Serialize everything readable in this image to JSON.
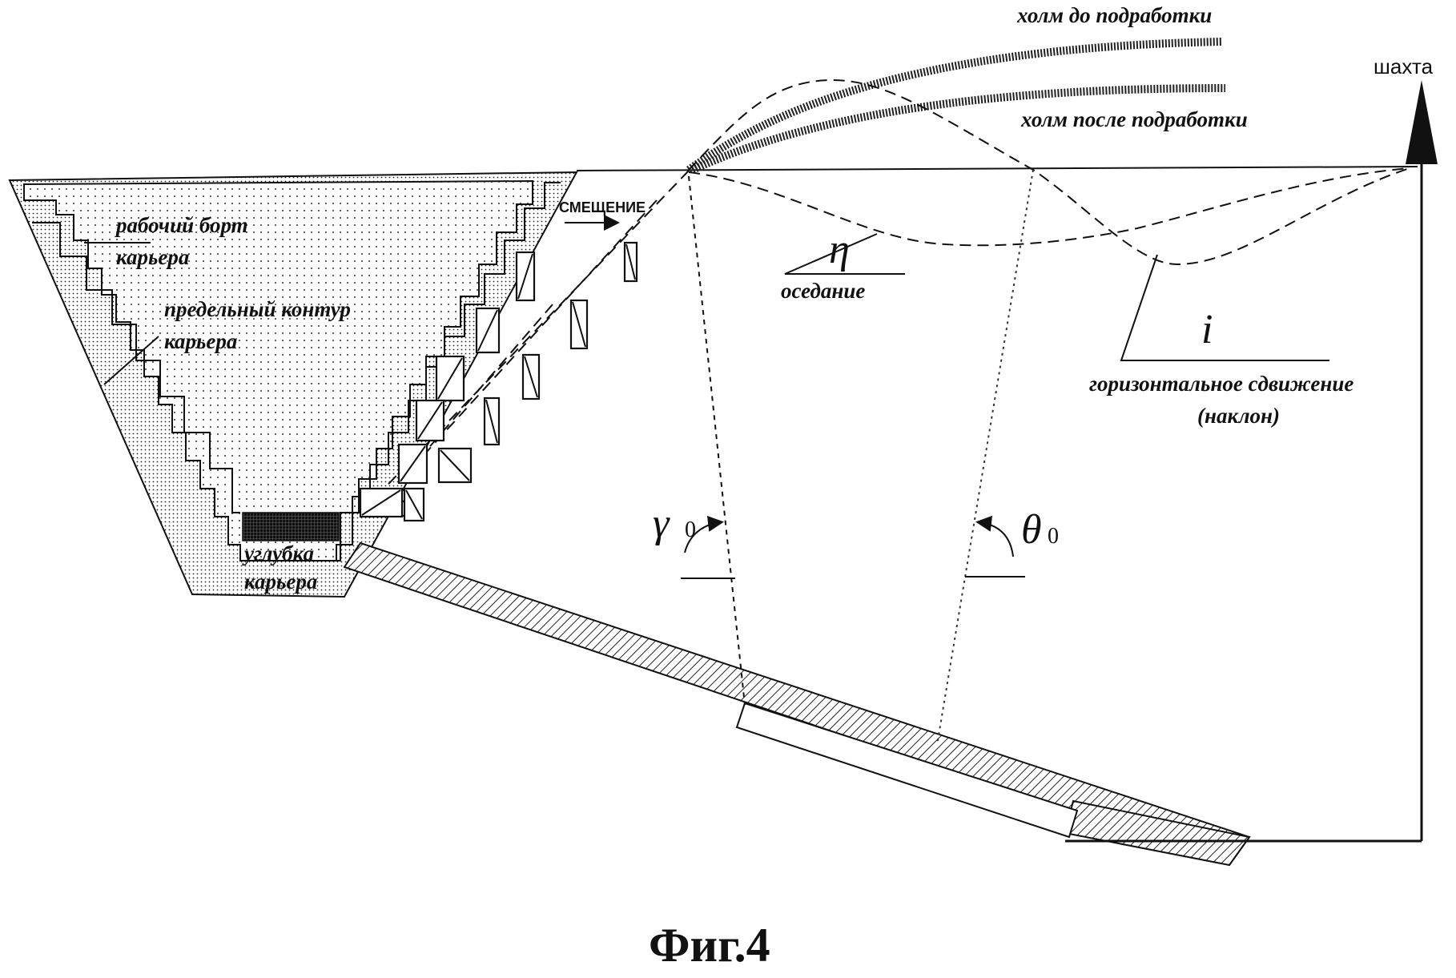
{
  "labels": {
    "hill_before": "холм до подработки",
    "hill_after": "холм после подработки",
    "shaft": "шахта",
    "displacement": "СМЕЩЕНИЕ",
    "working_side_1": "рабочий борт",
    "working_side_2": "карьера",
    "limit_contour_1": "предельный контур",
    "limit_contour_2": "карьера",
    "deepening_1": "углубка",
    "deepening_2": "карьера",
    "eta_symbol": "η",
    "subsidence": "оседание",
    "i_symbol": "i",
    "horizontal_1": "горизонтальное сдвижение",
    "horizontal_2": "(наклон)",
    "gamma_symbol": "γ",
    "gamma_sub": "0",
    "theta_symbol": "θ",
    "theta_sub": "0",
    "figure_caption": "Фиг.4"
  }
}
